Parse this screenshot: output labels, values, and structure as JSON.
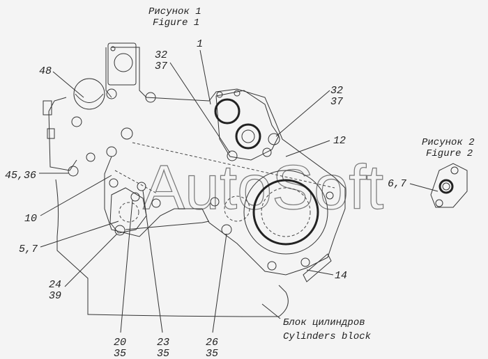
{
  "figure1": {
    "title_ru": "Рисунок 1",
    "title_en": "Figure 1"
  },
  "figure2": {
    "title_ru": "Рисунок 2",
    "title_en": "Figure 2",
    "callout": "6,7"
  },
  "watermark": "AutoSoft",
  "block_label": {
    "ru": "Блок цилиндров",
    "en": "Cylinders block"
  },
  "callouts": {
    "c48": "48",
    "c45_36": "45,36",
    "c10": "10",
    "c5_7": "5,7",
    "c24": "24",
    "c39": "39",
    "c20": "20",
    "c20b": "35",
    "c23": "23",
    "c23b": "35",
    "c26": "26",
    "c26b": "35",
    "c32a": "32",
    "c37a": "37",
    "c1": "1",
    "c32b": "32",
    "c37b": "37",
    "c12": "12",
    "c14": "14"
  }
}
